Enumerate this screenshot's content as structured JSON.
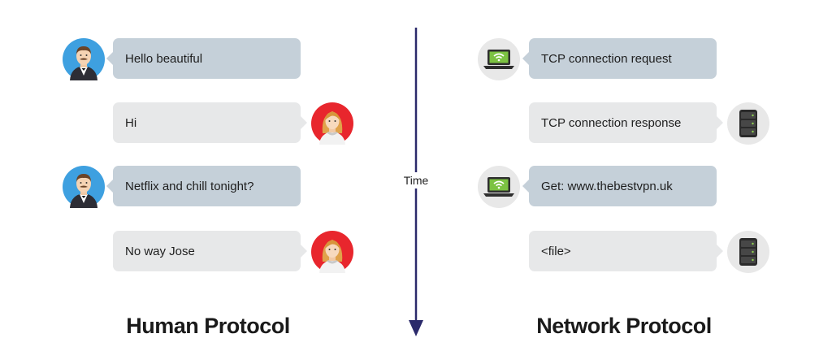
{
  "timeline": {
    "label": "Time",
    "color": "#2b2a6b"
  },
  "human": {
    "title": "Human Protocol",
    "messages": [
      "Hello beautiful",
      "Hi",
      "Netflix and chill tonight?",
      "No way Jose"
    ]
  },
  "network": {
    "title": "Network Protocol",
    "messages": [
      "TCP connection request",
      "TCP connection response",
      "Get: www.thebestvpn.uk",
      "<file>"
    ]
  },
  "colors": {
    "sent_bubble": "#c5d0d9",
    "received_bubble": "#e7e8e9",
    "man_avatar_bg": "#3ea0e0",
    "woman_avatar_bg": "#e8262d",
    "device_avatar_bg": "#e8e8e8"
  }
}
